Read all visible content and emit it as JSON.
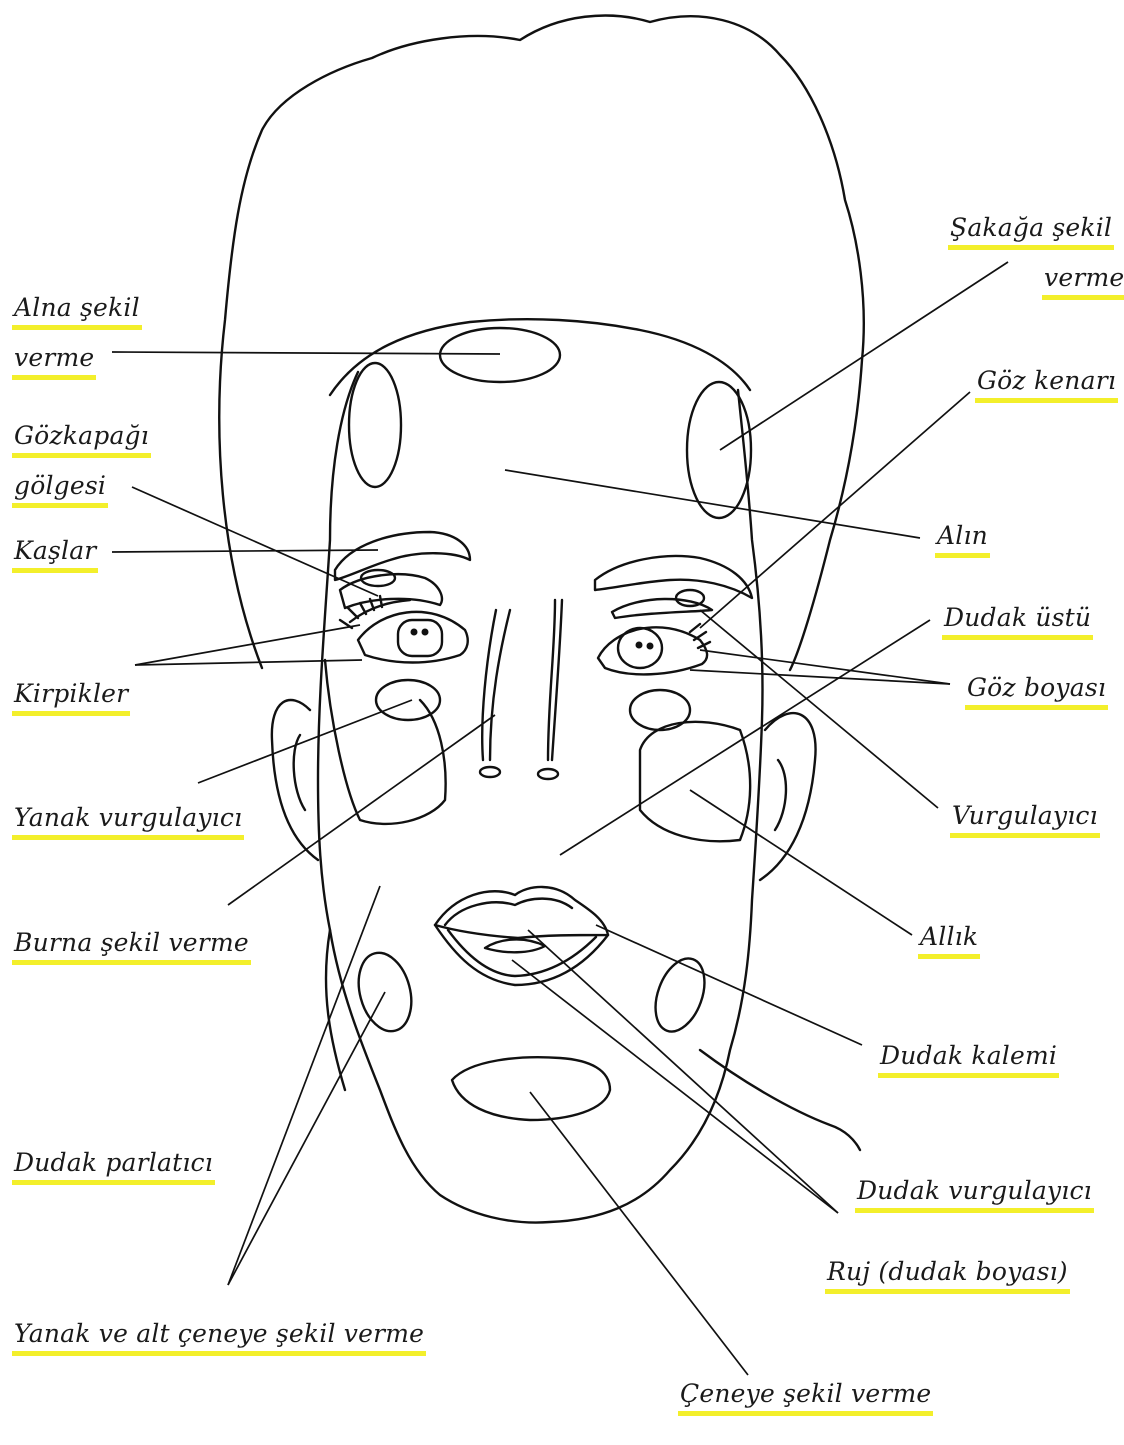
{
  "colors": {
    "highlight": "#f3ef2b",
    "ink": "#111111",
    "background": "#ffffff"
  },
  "labels": {
    "alna_sekil_verme": {
      "line1": "Alna şekil",
      "line2": "verme"
    },
    "gozkapagi_golgesi": {
      "line1": "Gözkapağı",
      "line2": "gölgesi"
    },
    "kaslar": "Kaşlar",
    "kirpikler": "Kirpikler",
    "yanak_vurgulayici": "Yanak vurgulayıcı",
    "burna_sekil_verme": "Burna şekil verme",
    "dudak_parlatici": "Dudak parlatıcı",
    "yanak_alt_ceneye": "Yanak ve alt çeneye şekil verme",
    "sakaga_sekil_verme": {
      "line1": "Şakağa şekil",
      "line2": "verme"
    },
    "goz_kenari": "Göz kenarı",
    "alin": "Alın",
    "dudak_ustu": "Dudak üstü",
    "goz_boyasi": "Göz boyası",
    "vurgulayici": "Vurgulayıcı",
    "allik": "Allık",
    "dudak_kalemi": "Dudak kalemi",
    "dudak_vurgulayici": "Dudak vurgulayıcı",
    "ruj": "Ruj (dudak boyası)",
    "ceneye_sekil_verme": "Çeneye şekil verme"
  }
}
